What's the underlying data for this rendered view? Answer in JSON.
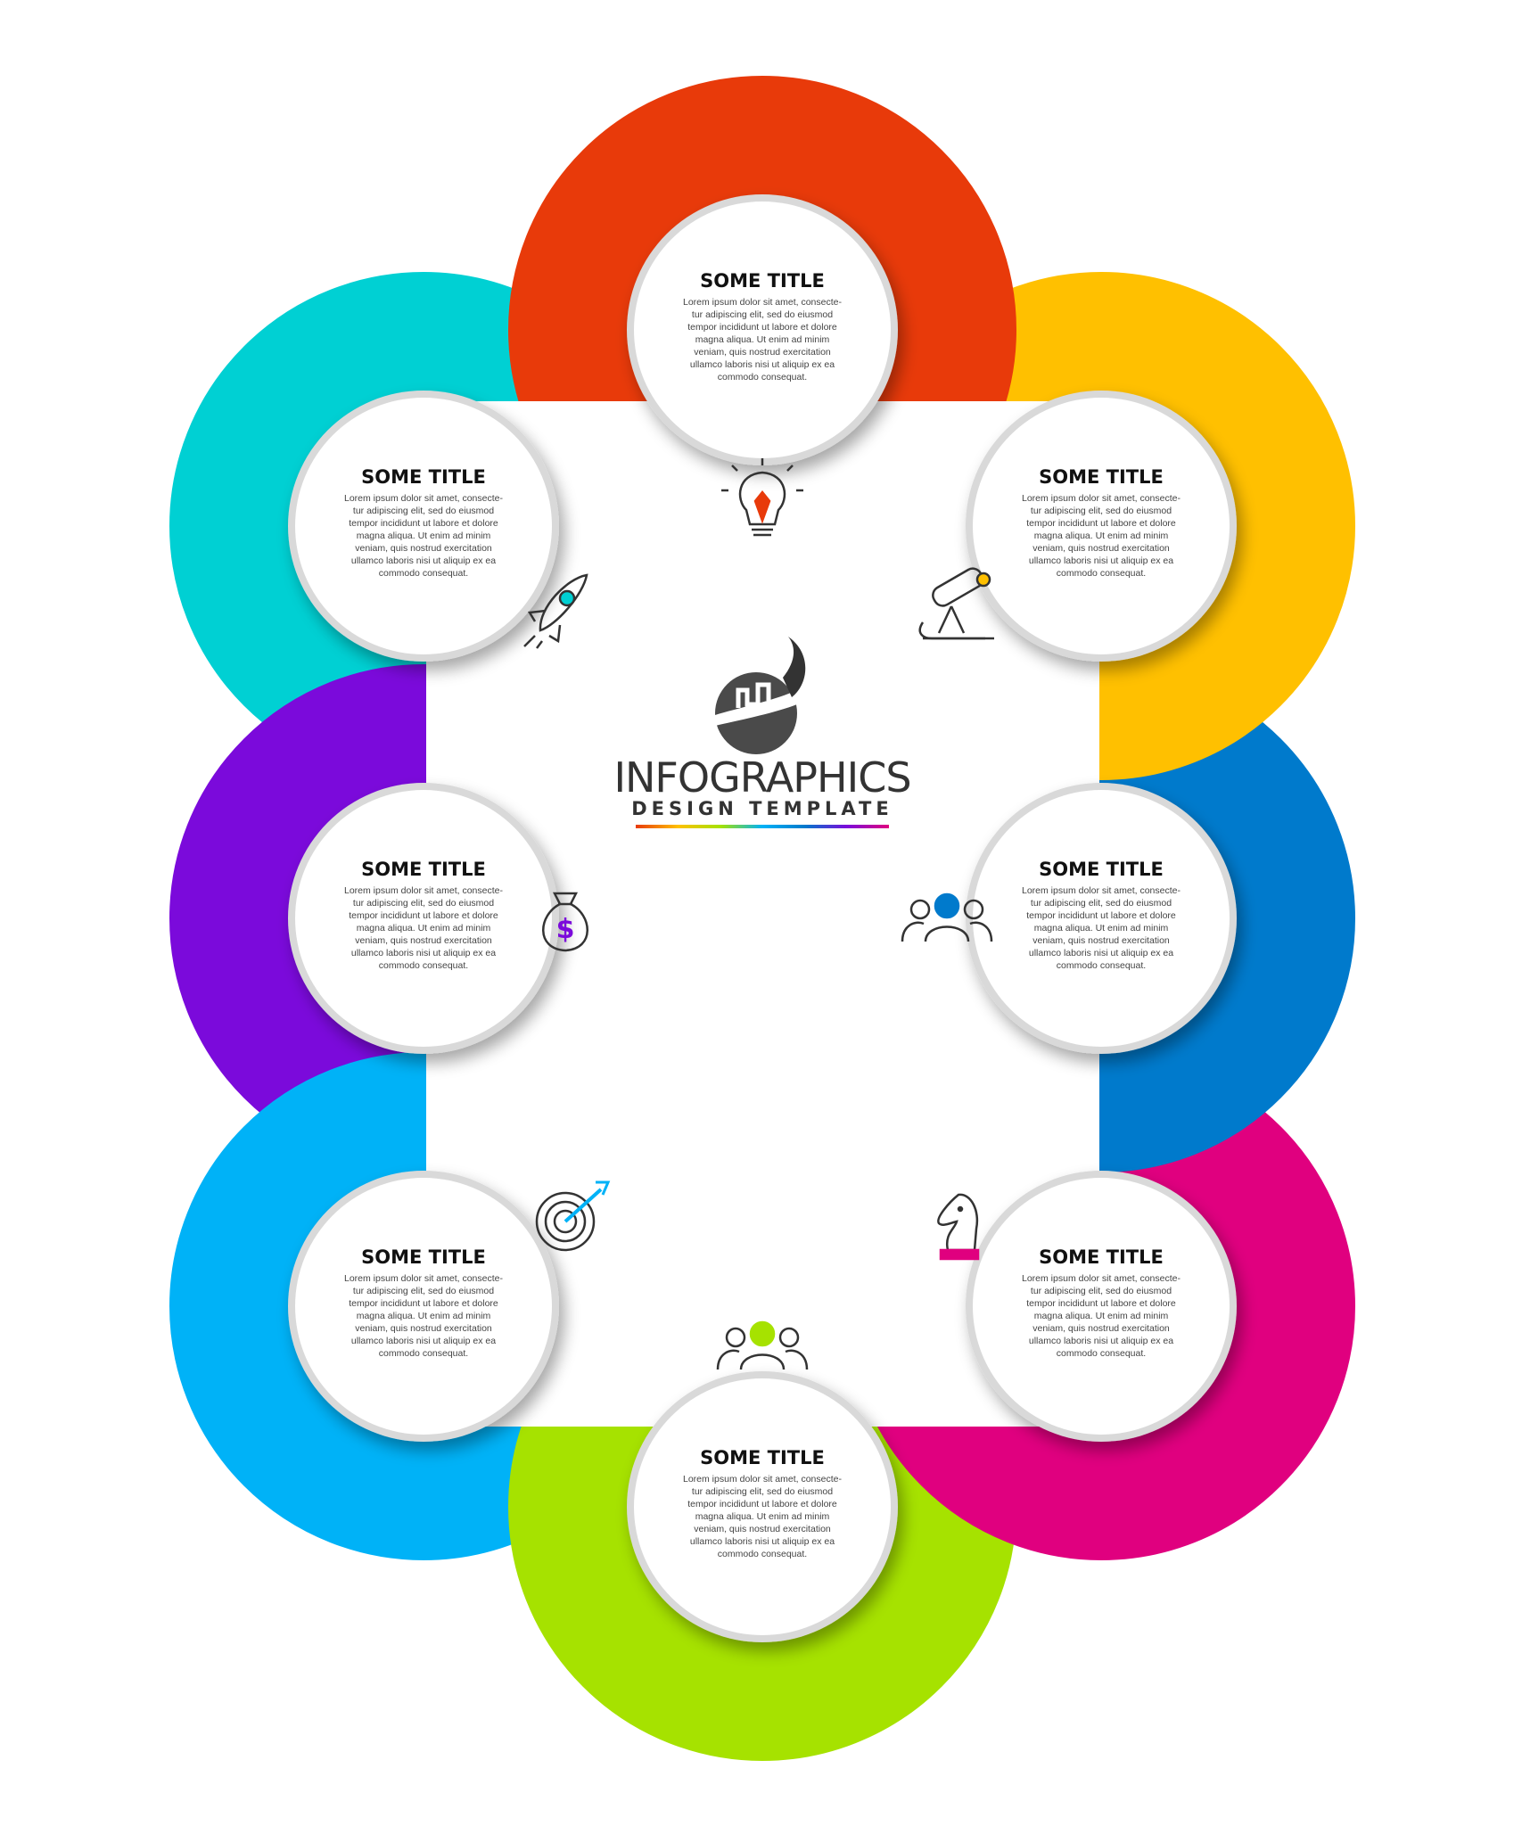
{
  "center": {
    "title": "INFOGRAPHICS",
    "subtitle": "DESIGN TEMPLATE"
  },
  "body_text_lines": [
    "Lorem ipsum dolor sit amet, consecte-",
    "tur adipiscing elit, sed do eiusmod",
    "tempor incididunt ut labore et dolore",
    "magna aliqua. Ut enim ad minim",
    "veniam, quis nostrud exercitation",
    "ullamco laboris nisi ut aliquip ex ea",
    "commodo consequat."
  ],
  "segments": [
    {
      "title": "SOME TITLE",
      "color": "#E83A0A",
      "icon": "lightbulb-icon"
    },
    {
      "title": "SOME TITLE",
      "color": "#FFC000",
      "icon": "telescope-icon"
    },
    {
      "title": "SOME TITLE",
      "color": "#007ACC",
      "icon": "team-icon"
    },
    {
      "title": "SOME TITLE",
      "color": "#E0007F",
      "icon": "chess-knight-icon"
    },
    {
      "title": "SOME TITLE",
      "color": "#A6E200",
      "icon": "team-icon"
    },
    {
      "title": "SOME TITLE",
      "color": "#00B2F7",
      "icon": "target-icon"
    },
    {
      "title": "SOME TITLE",
      "color": "#7B0ADB",
      "icon": "money-bag-icon"
    },
    {
      "title": "SOME TITLE",
      "color": "#00D0D3",
      "icon": "rocket-icon"
    }
  ],
  "gradient_colors": [
    "#E83A0A",
    "#FFC000",
    "#A6E200",
    "#00B2F7",
    "#007ACC",
    "#7B0ADB",
    "#E0007F"
  ]
}
